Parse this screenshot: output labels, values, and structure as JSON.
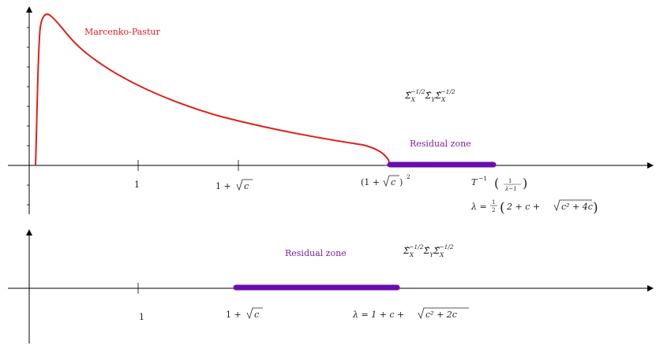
{
  "top_panel": {
    "curve_label": "Marcenko-Pastur",
    "matrix_label": {
      "hat1": "Σ̂",
      "sub1": "X",
      "sup1": "−1/2",
      "hat2": "Σ̂",
      "sub2": "Y",
      "hat3": "Σ̂",
      "sub3": "X",
      "sup3": "−1/2"
    },
    "residual_zone_label": "Residual zone",
    "tick_1": "1",
    "tick_sqrt_c": {
      "prefix": "1 + ",
      "radicand": "c"
    },
    "tick_mp_edge": {
      "open": "(1 + ",
      "radicand": "c",
      "close": ")",
      "exp": "2"
    },
    "tinv": {
      "base": "T",
      "exp": "−1",
      "num": "1",
      "den": "λ−1"
    },
    "lambda_formula": {
      "lhs": "λ = ",
      "num": "1",
      "den": "2",
      "body_a": "2 + c + ",
      "radicand": "c² + 4c"
    }
  },
  "bottom_panel": {
    "residual_zone_label": "Residual zone",
    "matrix_label": {
      "hat1": "Σ̂",
      "sub1": "X",
      "sup1": "−1/2",
      "hat2": "Σ̂",
      "sub2": "Y",
      "hat3": "Σ̂",
      "sub3": "X",
      "sup3": "−1/2"
    },
    "tick_1": "1",
    "tick_sqrt_c": {
      "prefix": "1 + ",
      "radicand": "c"
    },
    "lambda_formula": {
      "lhs": "λ = 1 + c + ",
      "radicand": "c² + 2c"
    }
  },
  "colors": {
    "curve": "#e0201b",
    "residual_zone": "#6a0dad",
    "axis": "#000000"
  }
}
